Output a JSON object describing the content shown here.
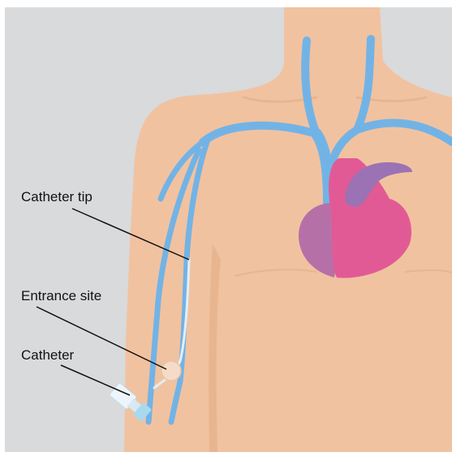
{
  "labels": {
    "catheter_tip": "Catheter tip",
    "entrance_site": "Entrance site",
    "catheter": "Catheter"
  },
  "colors": {
    "background": "#d9dadb",
    "skin": "#f1c2a0",
    "skin_shadow": "#e8b591",
    "vein": "#72b3e6",
    "heart_main": "#e25a95",
    "heart_left": "#b670a8",
    "heart_vessel": "#9b72b4",
    "catheter_line": "#e3eef6",
    "catheter_hub": "#a9d9ef",
    "leader_line": "#111111"
  }
}
